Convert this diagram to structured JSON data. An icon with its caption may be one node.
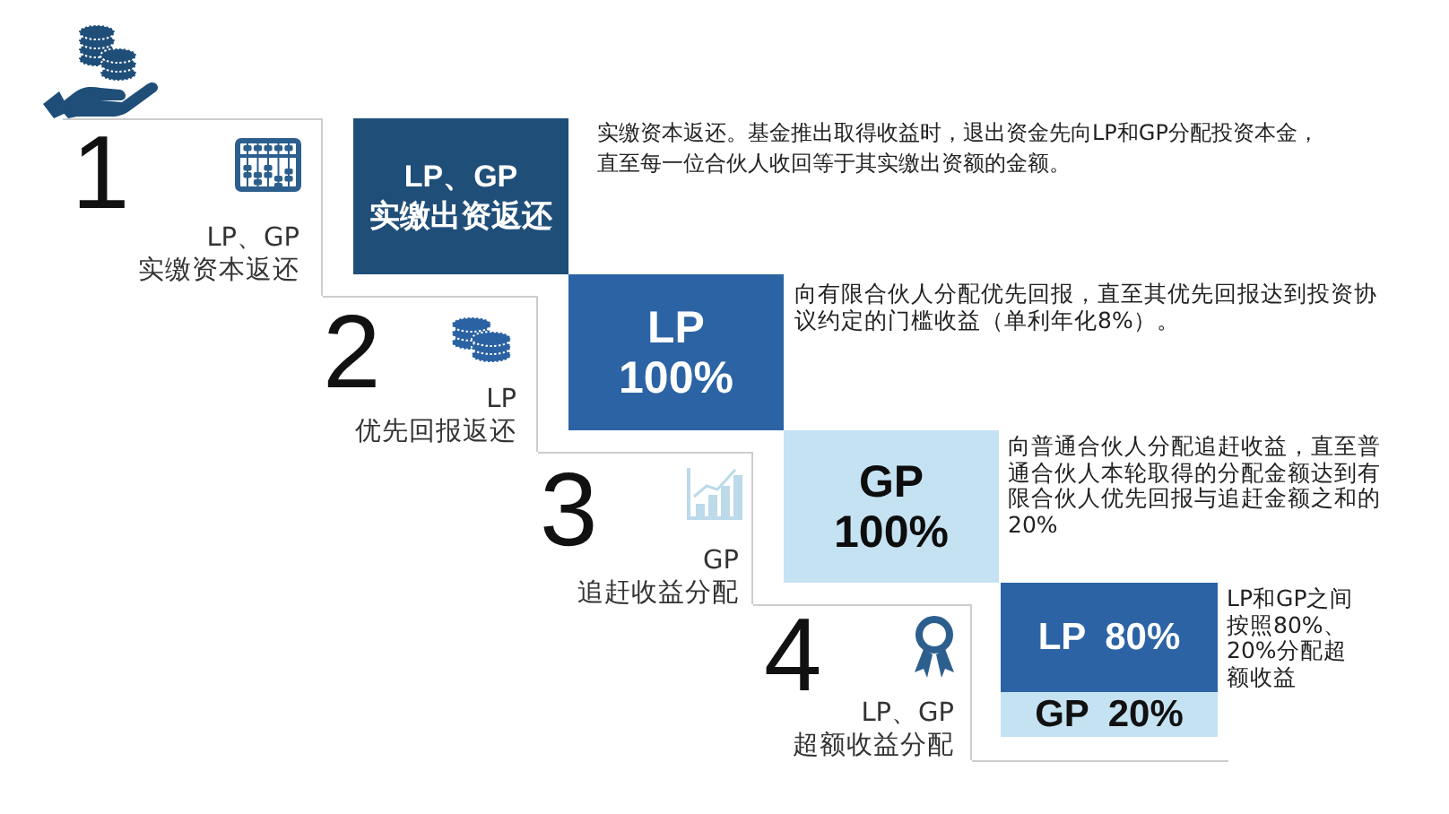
{
  "diagram": {
    "nodes": [
      {
        "text": [
          "1",
          "LP、GP 实缴资本返还"
        ]
      },
      {
        "text": [
          "LP、GP 实缴出资返还"
        ],
        "beside": [
          "实缴资本返还。基金推出取得收益时，退出资金先向LP和GP分配投资本金，直至每一位合伙人收回等于其实缴出资额的金额。"
        ]
      },
      {
        "text": [
          "2",
          "LP 优先回报返还"
        ]
      },
      {
        "text": [
          "LP 100%"
        ],
        "beside": [
          "向有限合伙人分配优先回报，直至其优先回报达到投资协议约定的门槛收益（单利年化8%）。"
        ]
      },
      {
        "text": [
          "3",
          "GP 追赶收益分配"
        ]
      },
      {
        "text": [
          "GP 100%"
        ],
        "beside": [
          "向普通合伙人分配追赶收益，直至普通合伙人本轮取得的分配金额达到有限合伙人优先回报与追赶金额之和的20%"
        ]
      },
      {
        "text": [
          "4",
          "LP、GP 超额收益分配"
        ]
      },
      {
        "text": [
          "LP 80%"
        ],
        "beside": [
          "LP和GP之间按照80%、20%分配超额收益"
        ]
      },
      {
        "text": [
          "GP 20%"
        ]
      }
    ]
  }
}
